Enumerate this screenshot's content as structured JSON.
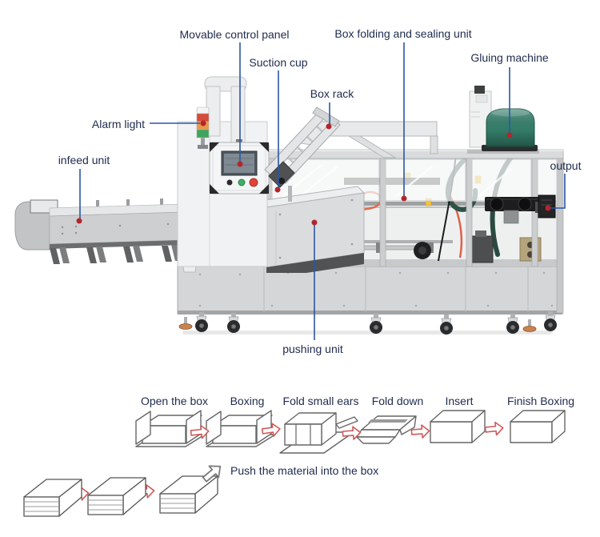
{
  "labels": {
    "movable_control_panel": "Movable control panel",
    "box_folding_sealing_unit": "Box folding and sealing unit",
    "suction_cup": "Suction cup",
    "gluing_machine": "Gluing machine",
    "box_rack": "Box rack",
    "alarm_light": "Alarm light",
    "infeed_unit": "infeed unit",
    "output": "output",
    "pushing_unit": "pushing unit"
  },
  "process": {
    "steps": [
      "Open the box",
      "Boxing",
      "Fold small ears",
      "Fold down",
      "Insert",
      "Finish Boxing"
    ],
    "note": "Push the material into the box"
  },
  "colors": {
    "label_text": "#1f2b4d",
    "leader_line": "#2a57a5",
    "annotation_dot": "#b2262b",
    "process_arrow": "#d05a5a",
    "gluing_machine_green": "#37836f",
    "alarm_red": "#d84a3a",
    "alarm_orange": "#e8984a",
    "alarm_green": "#3fa55c"
  }
}
